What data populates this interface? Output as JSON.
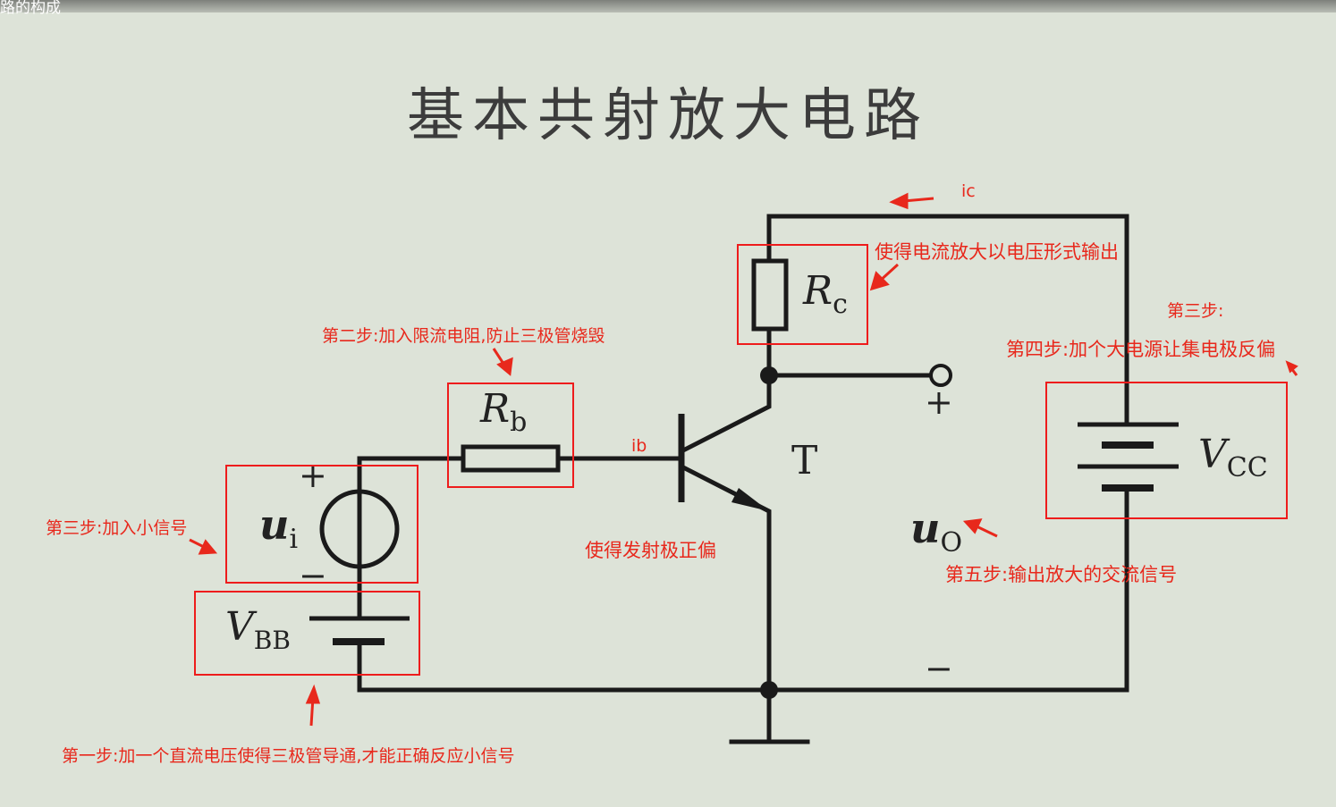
{
  "window": {
    "tab_text": "路的构成"
  },
  "title": "基本共射放大电路",
  "labels": {
    "rb": {
      "main": "R",
      "sub": "b"
    },
    "rc": {
      "main": "R",
      "sub": "c"
    },
    "ui": {
      "main": "u",
      "sub": "i"
    },
    "uo": {
      "main": "u",
      "sub": "O"
    },
    "vbb": {
      "main": "V",
      "sub": "BB"
    },
    "vcc": {
      "main": "V",
      "sub": "CC"
    },
    "transistor": "T",
    "plus_in": "+",
    "minus_in": "−",
    "plus_out": "+",
    "minus_out": "−"
  },
  "annotations": {
    "ic": "ic",
    "ib": "ib",
    "rc_note": "使得电流放大以电压形式输出",
    "step3_vcc": "第三步:",
    "step4": "第四步:加个大电源让集电极反偏",
    "step2": "第二步:加入限流电阻,防止三极管烧毁",
    "step3_ui": "第三步:加入小信号",
    "emitter_note": "使得发射极正偏",
    "step5": "第五步:输出放大的交流信号",
    "step1": "第一步:加一个直流电压使得三极管导通,才能正确反应小信号"
  },
  "colors": {
    "background": "#dde3d8",
    "wire": "#1a1a1a",
    "annotation": "#e8281c",
    "title": "#3c3c3c"
  }
}
